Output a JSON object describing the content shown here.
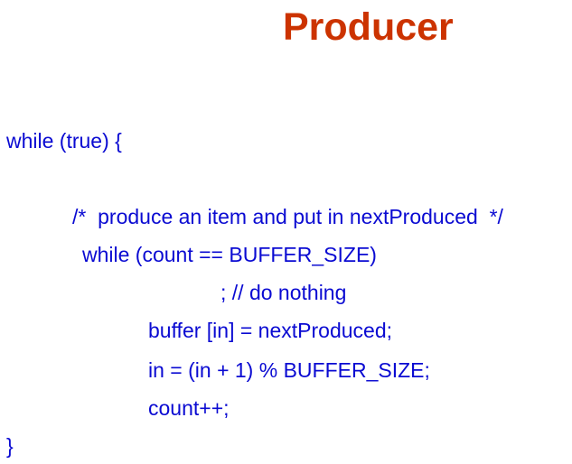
{
  "slide": {
    "title": "Producer",
    "code_lines": [
      "while (true) {",
      "/*  produce an item and put in nextProduced  */",
      "while (count == BUFFER_SIZE)",
      "; // do nothing",
      "buffer [in] = nextProduced;",
      "in = (in + 1) % BUFFER_SIZE;",
      "count++;",
      "}"
    ]
  },
  "colors": {
    "title": "#cc3300",
    "code": "#0a0ad2",
    "background": "#ffffff"
  }
}
